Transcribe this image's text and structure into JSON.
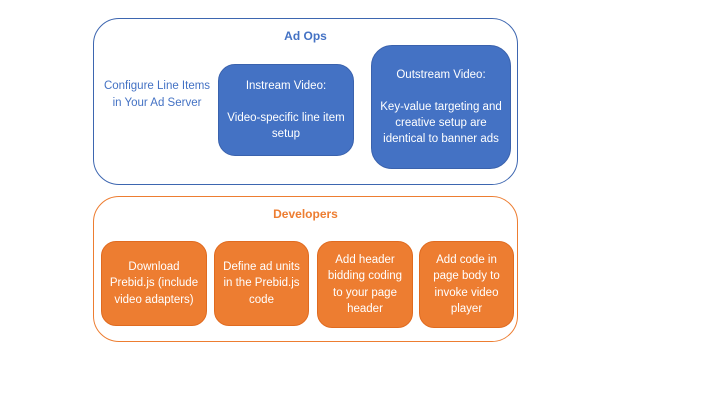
{
  "colors": {
    "blue_fill": "#4472C4",
    "blue_border": "#3d66b0",
    "blue_text": "#4472C4",
    "orange_fill": "#ED7D31",
    "orange_border": "#e06b20",
    "white_text": "#ffffff"
  },
  "ad_ops": {
    "title": "Ad Ops",
    "side_note": "Configure Line Items in Your Ad Server",
    "boxes": [
      {
        "heading": "Instream Video:",
        "body": "Video-specific line item setup"
      },
      {
        "heading": "Outstream Video:",
        "body": "Key-value targeting and creative setup are identical to banner ads"
      }
    ]
  },
  "developers": {
    "title": "Developers",
    "boxes": [
      {
        "label": "Download Prebid.js (include video adapters)"
      },
      {
        "label": "Define ad units in the Prebid.js code"
      },
      {
        "label": "Add header bidding coding to your page header"
      },
      {
        "label": "Add code in page body to invoke video player"
      }
    ]
  }
}
